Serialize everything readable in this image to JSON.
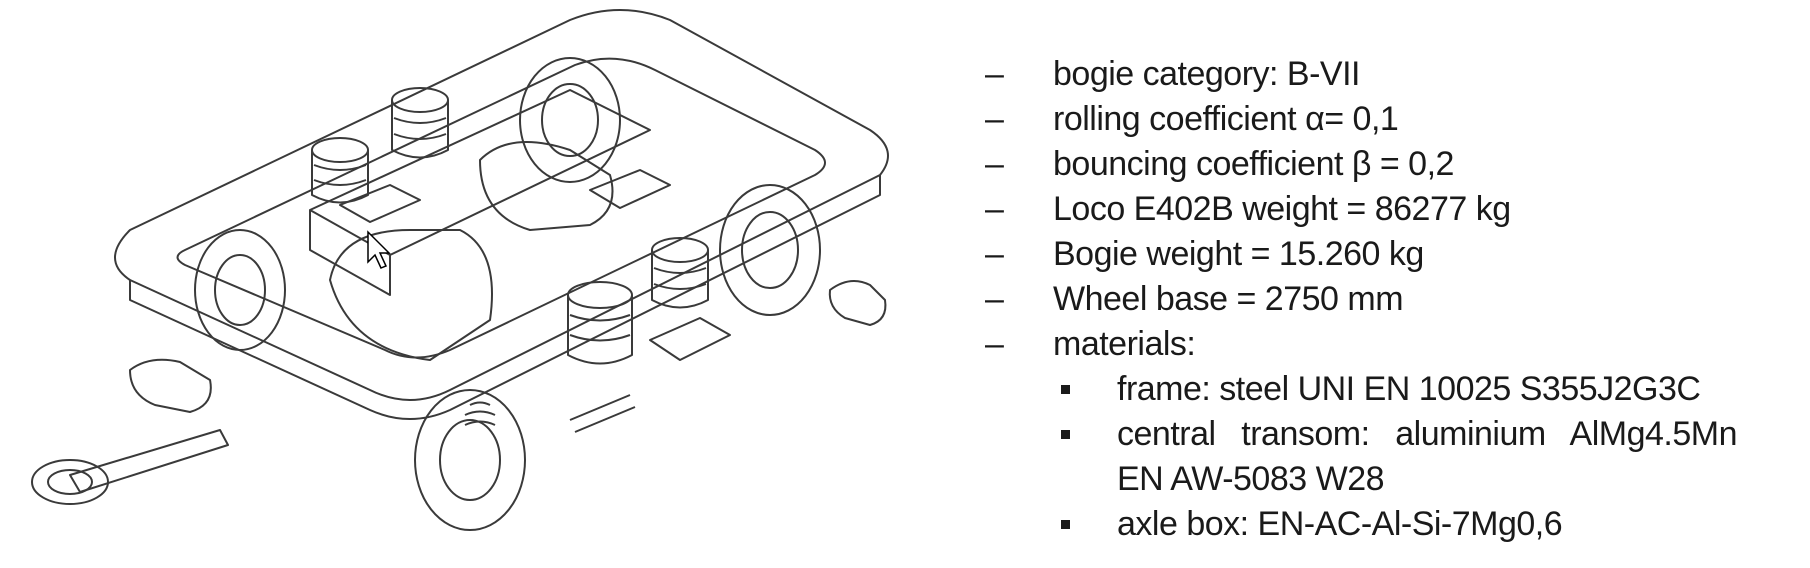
{
  "specs": [
    {
      "marker": "–",
      "text": "bogie category: B-VII"
    },
    {
      "marker": "–",
      "text": "rolling coefficient α= 0,1"
    },
    {
      "marker": "–",
      "text": "bouncing coefficient β = 0,2"
    },
    {
      "marker": "–",
      "text": "Loco E402B weight = 86277 kg"
    },
    {
      "marker": "–",
      "text": "Bogie weight = 15.260 kg"
    },
    {
      "marker": "–",
      "text": "Wheel base = 2750 mm"
    },
    {
      "marker": "–",
      "text": "materials:"
    }
  ],
  "materials": [
    {
      "text": "frame: steel UNI EN 10025 S355J2G3C"
    },
    {
      "text": "central transom: aluminium AlMg4.5Mn EN AW-5083 W28"
    },
    {
      "text": "axle box: EN-AC-Al-Si-7Mg0,6"
    }
  ],
  "drawing": {
    "subject": "locomotive bogie line drawing",
    "stroke_color": "#3a3a3a",
    "cursor": "arrow-pointer"
  }
}
